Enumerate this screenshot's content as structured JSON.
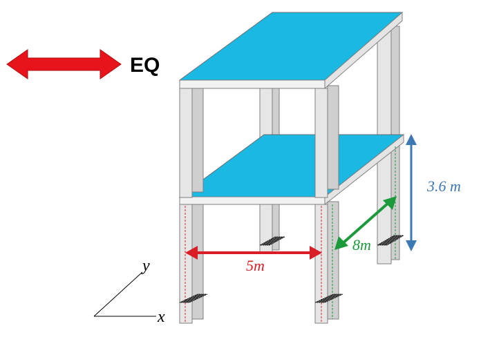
{
  "legend": {
    "earthquake_label": "EQ",
    "arrow_color": "#e8141b"
  },
  "dimensions": {
    "height": {
      "label": "3.6 m",
      "color": "#3b78b4"
    },
    "depth": {
      "label": "8m",
      "color": "#1a9a3a"
    },
    "width": {
      "label": "5m",
      "color": "#d91e26"
    }
  },
  "axes": {
    "x_label": "x",
    "y_label": "y"
  },
  "colors": {
    "slab_top": "#19b9e3",
    "slab_edge": "#f2f2f2",
    "column_face": "#e6e6e6",
    "column_side": "#cfcfcf",
    "outline": "#7f7f7f",
    "base_plate": "#444444"
  }
}
